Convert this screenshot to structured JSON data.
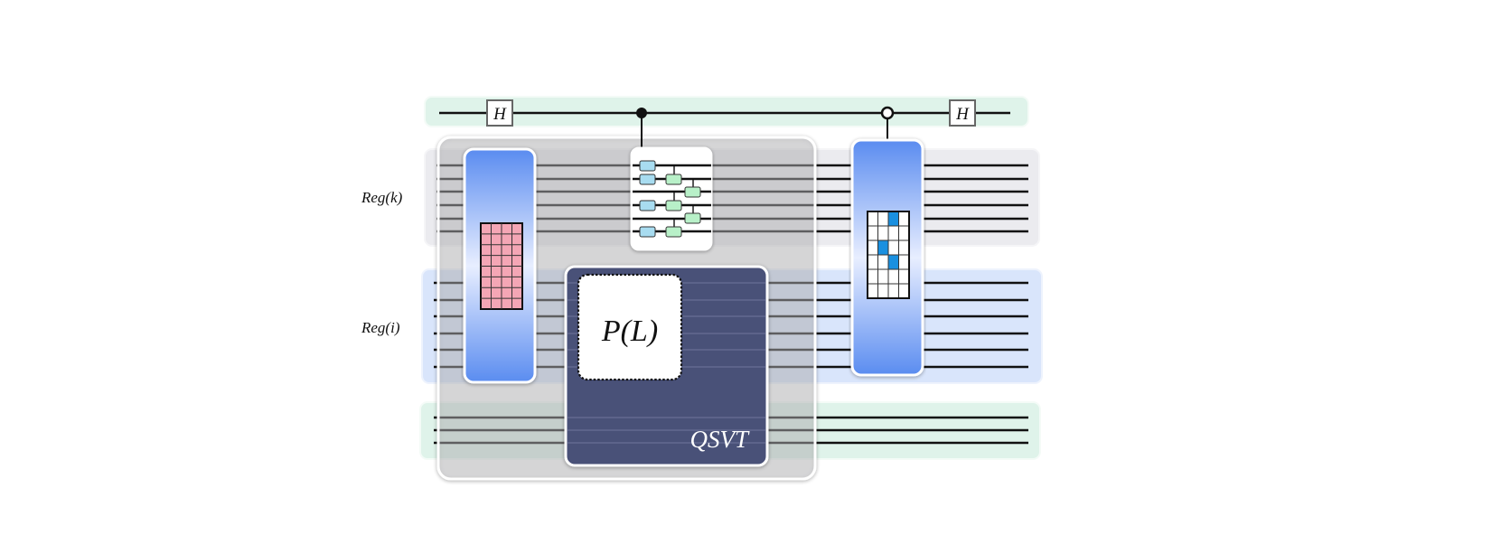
{
  "labels": {
    "reg_k": "Reg(k)",
    "reg_i": "Reg(i)"
  },
  "gates": {
    "hadamard_left": "H",
    "hadamard_right": "H",
    "polynomial": "P(L)",
    "qsvt": "QSVT"
  },
  "colors": {
    "ancilla_band": "#dff3ea",
    "reg_k_band": "#ebebef",
    "reg_i_band": "#d9e5fb",
    "grey_block": "#c8c8cc",
    "qsvt_block": "#4a5178",
    "oracle_gradient_edge": "#5a8cf0",
    "oracle_gradient_center": "#e8eeff",
    "pink_matrix": "#f4a6b5",
    "blue_cell": "#1a90e0",
    "cyan_gate": "#a8dcf0",
    "green_gate": "#b8f0c8",
    "wire": "#111111"
  }
}
